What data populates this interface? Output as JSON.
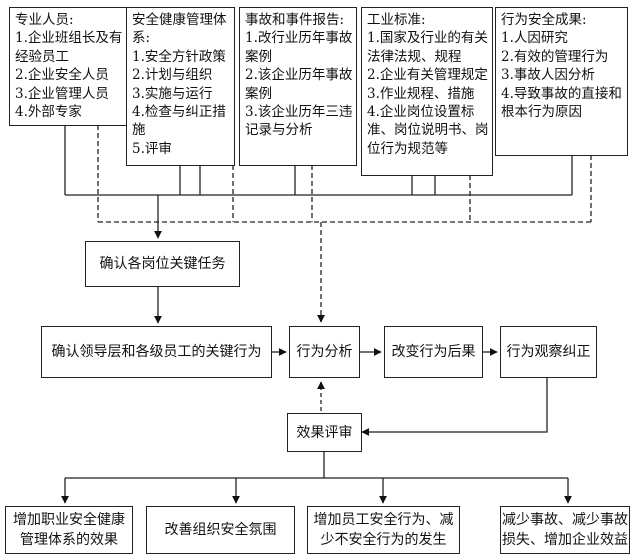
{
  "sources": [
    {
      "title": "专业人员:",
      "lines": [
        "1.企业班组长及有",
        "经验员工",
        "2.企业安全人员",
        "3.企业管理人员",
        "4.外部专家"
      ]
    },
    {
      "title": "安全健康管理体",
      "lines": [
        "系:",
        "1.安全方针政策",
        "2.计划与组织",
        "3.实施与运行",
        "4.检查与纠正措",
        "施",
        "5.评审"
      ]
    },
    {
      "title": "事故和事件报告:",
      "lines": [
        "1.改行业历年事故",
        "案例",
        "2.该企业历年事故",
        "案例",
        "3.该企业历年三违",
        "记录与分析"
      ]
    },
    {
      "title": "工业标准:",
      "lines": [
        "1.国家及行业的有关",
        "法律法规、规程",
        "2.企业有关管理规定",
        "3.作业规程、措施",
        "4.企业岗位设置标",
        "准、岗位说明书、岗",
        "位行为规范等"
      ]
    },
    {
      "title": "行为安全成果:",
      "lines": [
        "1.人因研究",
        "2.有效的管理行为",
        "3.事故人因分析",
        "4.导致事故的直接和",
        "根本行为原因"
      ]
    }
  ],
  "process": {
    "confirm_tasks": "确认各岗位关键任务",
    "confirm_behaviors": "确认领导层和各级员工的关键行为",
    "behavior_analysis": "行为分析",
    "change_consequences": "改变行为后果",
    "observe_correct": "行为观察纠正",
    "effect_review": "效果评审"
  },
  "outcomes": [
    {
      "lines": [
        "增加职业安全健康",
        "管理体系的效果"
      ]
    },
    {
      "lines": [
        "改善组织安全氛围"
      ]
    },
    {
      "lines": [
        "增加员工安全行为、减",
        "少不安全行为的发生"
      ]
    },
    {
      "lines": [
        "减少事故、减少事故",
        "损失、增加企业效益"
      ]
    }
  ]
}
